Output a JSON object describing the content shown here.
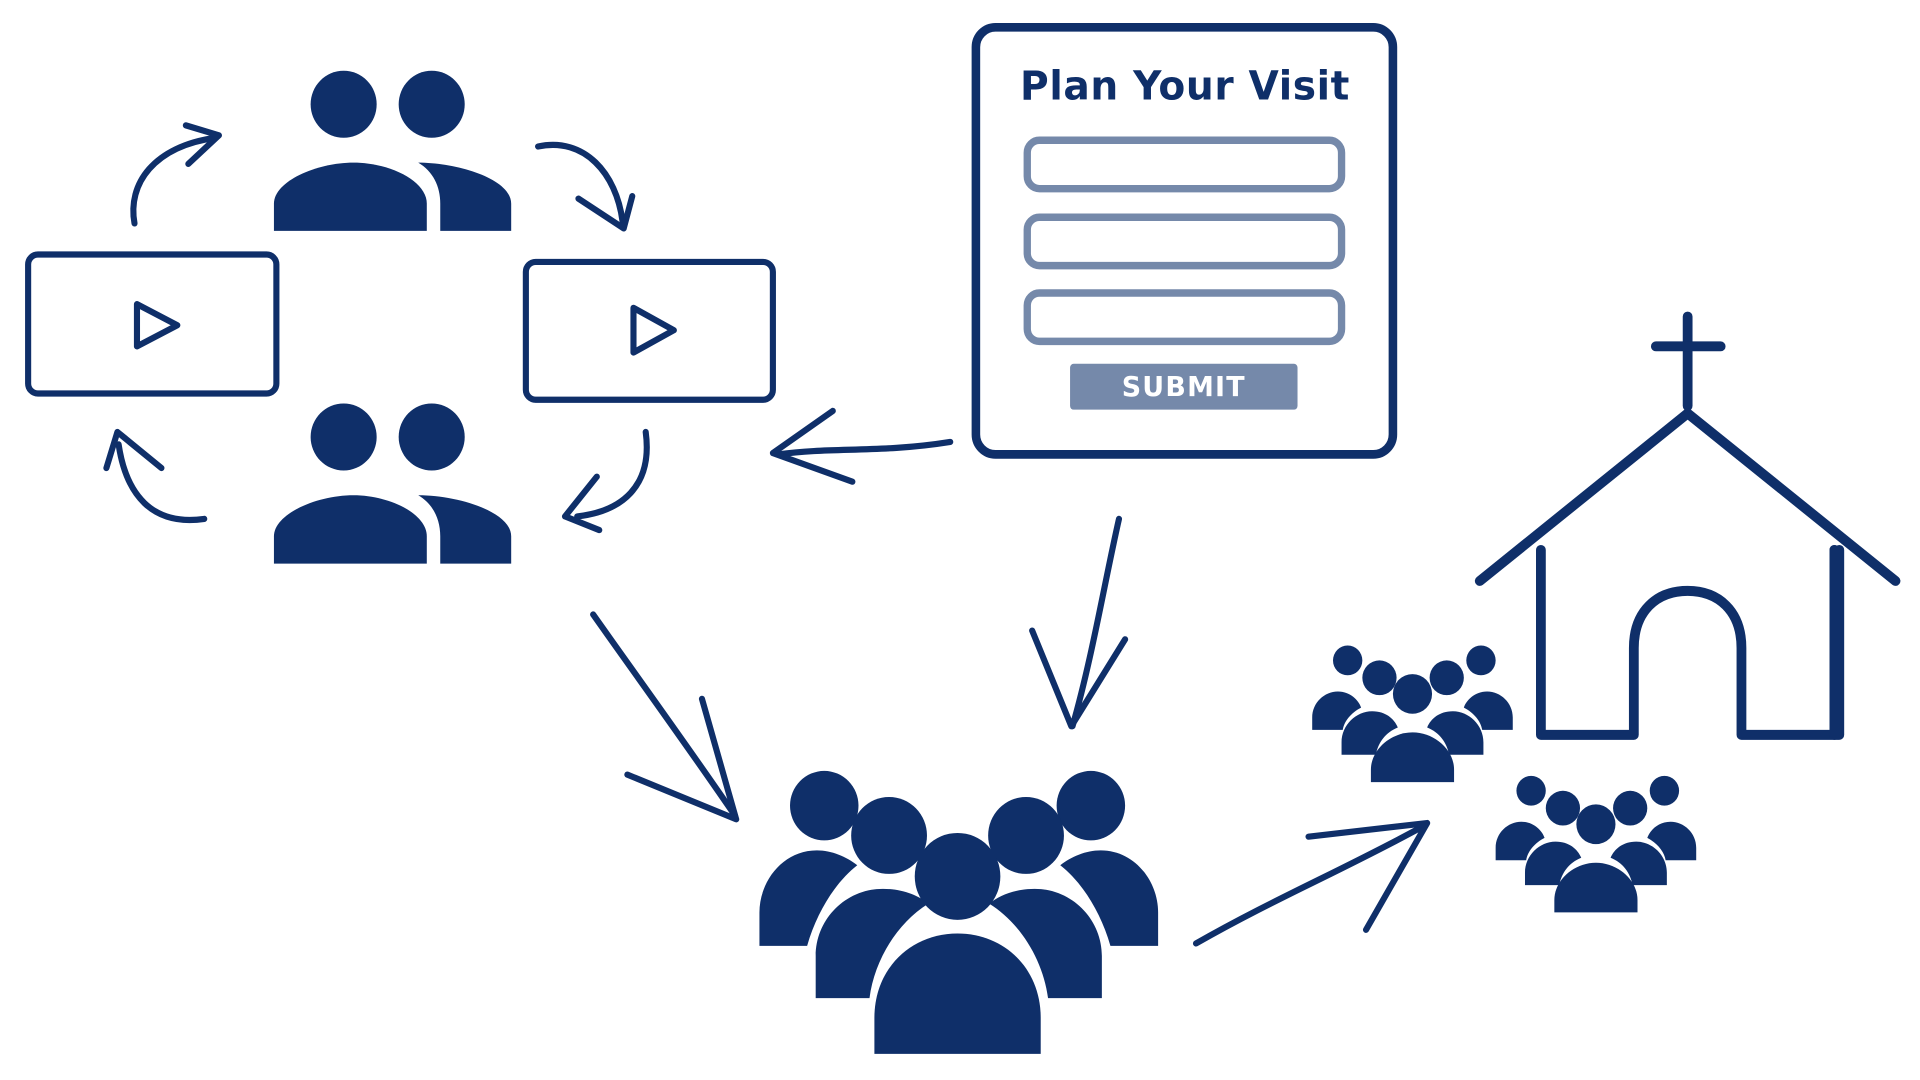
{
  "colors": {
    "primary": "#0f2f69",
    "form_field": "#7589aa",
    "background": "#ffffff"
  },
  "form": {
    "title": "Plan Your Visit",
    "submit_label": "SUBMIT",
    "field_count": 3
  },
  "icons": {
    "video": "play-icon",
    "pair": "two-people-icon",
    "crowd": "crowd-icon",
    "small_groups": "group-icon",
    "church": "church-icon",
    "arrows": "hand-drawn-arrow-icon"
  }
}
